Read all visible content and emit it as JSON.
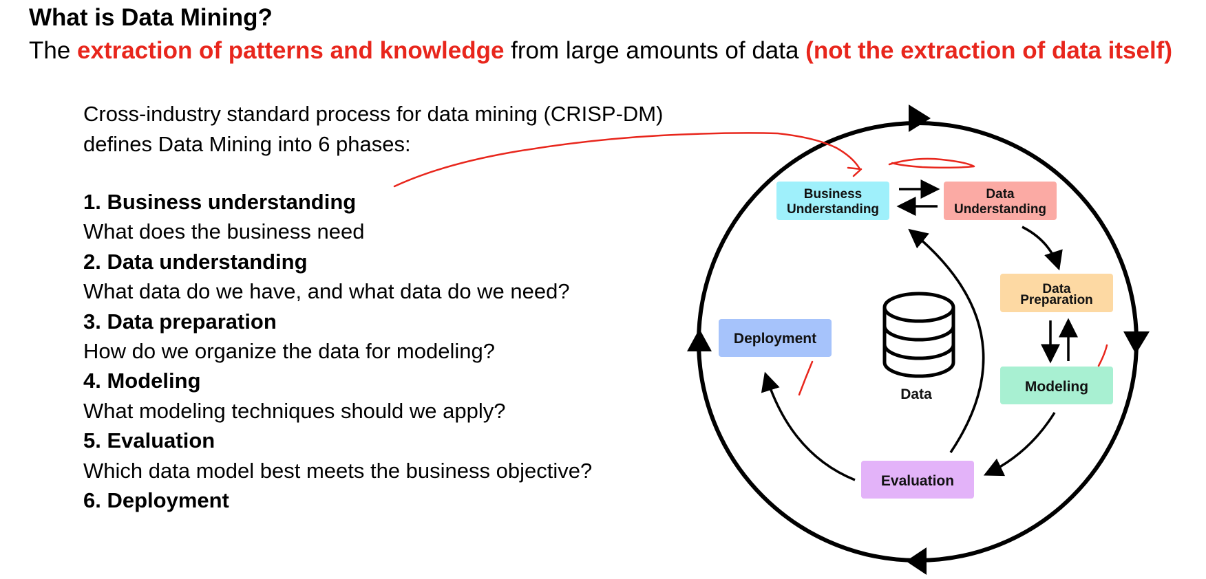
{
  "title": "What is Data Mining?",
  "definition": {
    "lead": "The ",
    "highlight": "extraction of patterns and knowledge",
    "middle": " from large amounts of data ",
    "note": "(not the extraction of data itself)"
  },
  "intro": {
    "line1": "Cross-industry standard process for data mining (CRISP-DM)",
    "line2": "defines Data Mining into 6 phases:"
  },
  "phases": [
    {
      "title": "1. Business understanding",
      "desc": "What does the business need"
    },
    {
      "title": "2. Data understanding",
      "desc": "What data do we have, and what data do we need?"
    },
    {
      "title": "3. Data preparation",
      "desc": "How do we organize the data for modeling?"
    },
    {
      "title": "4. Modeling",
      "desc": "What modeling techniques should we apply?"
    },
    {
      "title": "5. Evaluation",
      "desc": "Which data model best meets the business objective?"
    },
    {
      "title": "6. Deployment",
      "desc": ""
    }
  ],
  "diagram": {
    "business_line1": "Business",
    "business_line2": "Understanding",
    "data_und_line1": "Data",
    "data_und_line2": "Understanding",
    "prep_line1": "Data",
    "prep_line2": "Preparation",
    "modeling": "Modeling",
    "evaluation": "Evaluation",
    "deployment": "Deployment",
    "center": "Data"
  },
  "colors": {
    "highlight_red": "#e8261c",
    "business": "#9ff0fb",
    "data_understanding": "#fbaaa4",
    "preparation": "#fdd9a3",
    "modeling": "#a8f0d2",
    "evaluation": "#e3b3f9",
    "deployment": "#a6c3fb"
  }
}
